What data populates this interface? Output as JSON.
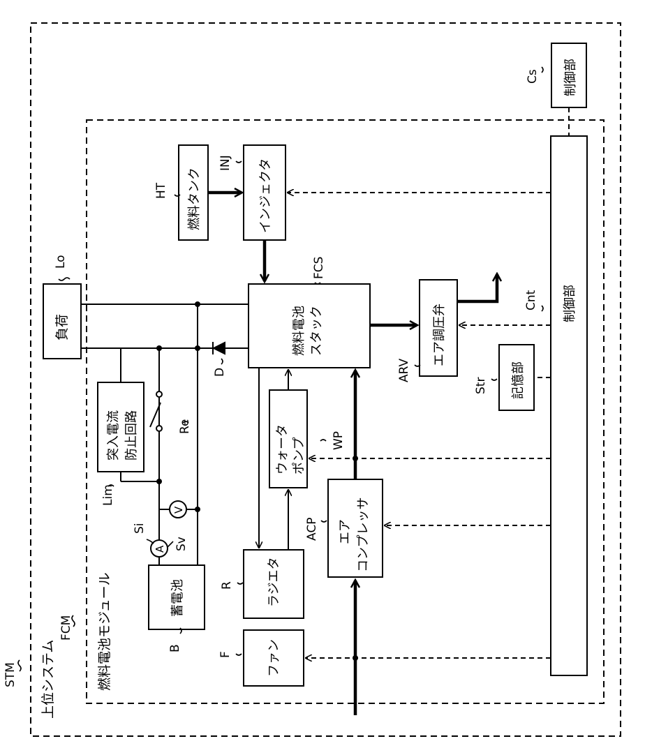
{
  "labels": {
    "STM": "STM",
    "upper_system": "上位システム",
    "FCM": "FCM",
    "fc_module": "燃料電池モジュール",
    "Lo": "Lo",
    "load": "負荷",
    "HT": "HT",
    "fuel_tank": "燃料タンク",
    "INJ": "INJ",
    "injector": "インジェクタ",
    "FCS": "FCS",
    "stack_line1": "燃料電池",
    "stack_line2": "スタック",
    "D": "D",
    "Lim": "Lim",
    "inrush_line1": "突入電流",
    "inrush_line2": "防止回路",
    "Re": "Re",
    "Si": "Si",
    "Sv": "Sv",
    "ammeter": "A",
    "voltmeter": "V",
    "B": "B",
    "battery": "蓄電池",
    "R": "R",
    "radiator": "ラジエタ",
    "F": "F",
    "fan": "ファン",
    "WP": "WP",
    "pump_line1": "ウォータ",
    "pump_line2": "ポンプ",
    "ACP": "ACP",
    "comp_line1": "エア",
    "comp_line2": "コンプレッサ",
    "ARV": "ARV",
    "air_valve": "エア調圧弁",
    "Str": "Str",
    "storage": "記憶部",
    "Cnt": "Cnt",
    "controller": "制御部",
    "Cs": "Cs",
    "upper_controller": "制御部"
  }
}
